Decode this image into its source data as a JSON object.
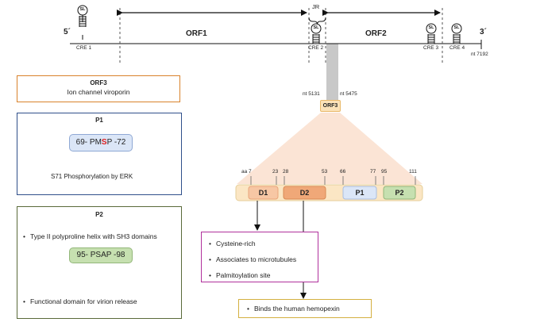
{
  "genome": {
    "five_prime": "5´",
    "three_prime": "3´",
    "orf1": "ORF1",
    "orf2": "ORF2",
    "jr": "JR",
    "end_nt": "nt 7192",
    "sl": "SL",
    "cre": [
      "CRE 1",
      "CRE 2",
      "CRE 3",
      "CRE 4"
    ]
  },
  "orf3_boxes": {
    "title": "ORF3",
    "subtitle": "Ion channel viroporin"
  },
  "p1_box": {
    "title": "P1",
    "motif_pre": "69- PM",
    "motif_hl": "S",
    "motif_post": "P -72",
    "note": "S71 Phosphorylation  by ERK"
  },
  "p2_box": {
    "title": "P2",
    "bullet1": "Type II polyproline helix with SH3 domains",
    "motif": "95- PSAP -98",
    "bullet2": "Functional domain for virion release"
  },
  "orf3_region": {
    "nt_start": "nt 5131",
    "nt_end": "nt 5475",
    "label": "ORF3"
  },
  "protein": {
    "aa_ticks": [
      "aa 7",
      "23",
      "28",
      "53",
      "66",
      "77",
      "95",
      "111"
    ],
    "domains": [
      "D1",
      "D2",
      "P1",
      "P2"
    ]
  },
  "d2_box": {
    "items": [
      "Cysteine-rich",
      "Associates to microtubules",
      "Palmitoylation site"
    ]
  },
  "hemopexin_box": {
    "item": "Binds the human hemopexin"
  },
  "colors": {
    "orange_border": "#d9822b",
    "blue_border": "#2f4f8a",
    "green_border": "#5a6a3a",
    "purple_border": "#b0309c",
    "gold_border": "#d4b040",
    "d1_fill": "#f7c7a4",
    "d2_fill": "#f0a878",
    "p1_fill": "#dbe6f7",
    "p2_fill": "#c6e0b0",
    "protein_bar": "#fbe6c4",
    "fan": "#fbe4d5",
    "highlight": "#e02020"
  }
}
